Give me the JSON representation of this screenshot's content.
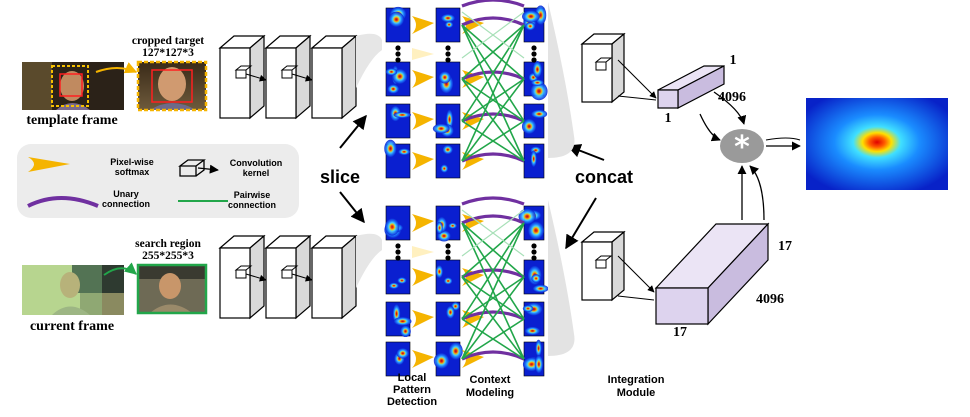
{
  "template": {
    "frame_label": "template frame",
    "crop_title": "cropped target",
    "crop_size": "127*127*3"
  },
  "search": {
    "frame_label": "current frame",
    "crop_title": "search region",
    "crop_size": "255*255*3"
  },
  "legend": {
    "softmax_label_1": "Pixel-wise",
    "softmax_label_2": "softmax",
    "conv_label_1": "Convolution",
    "conv_label_2": "kernel",
    "unary_label_1": "Unary",
    "unary_label_2": "connection",
    "pairwise_label_1": "Pairwise",
    "pairwise_label_2": "connection"
  },
  "ops": {
    "slice": "slice",
    "concat": "concat",
    "conv_symbol": "*"
  },
  "stages": {
    "local_1": "Local",
    "local_2": "Pattern",
    "local_3": "Detection",
    "context_1": "Context",
    "context_2": "Modeling",
    "integ_1": "Integration",
    "integ_2": "Module"
  },
  "features": {
    "top_depth": "1",
    "top_channels": "4096",
    "top_width": "1",
    "bottom_depth": "17",
    "bottom_channels": "4096",
    "bottom_width": "17"
  },
  "colors": {
    "softmax": "#f5b400",
    "unary": "#7030a0",
    "pairwise": "#22a64a",
    "block_fill": "#ddd3ee",
    "legend_bg": "#ececec"
  }
}
